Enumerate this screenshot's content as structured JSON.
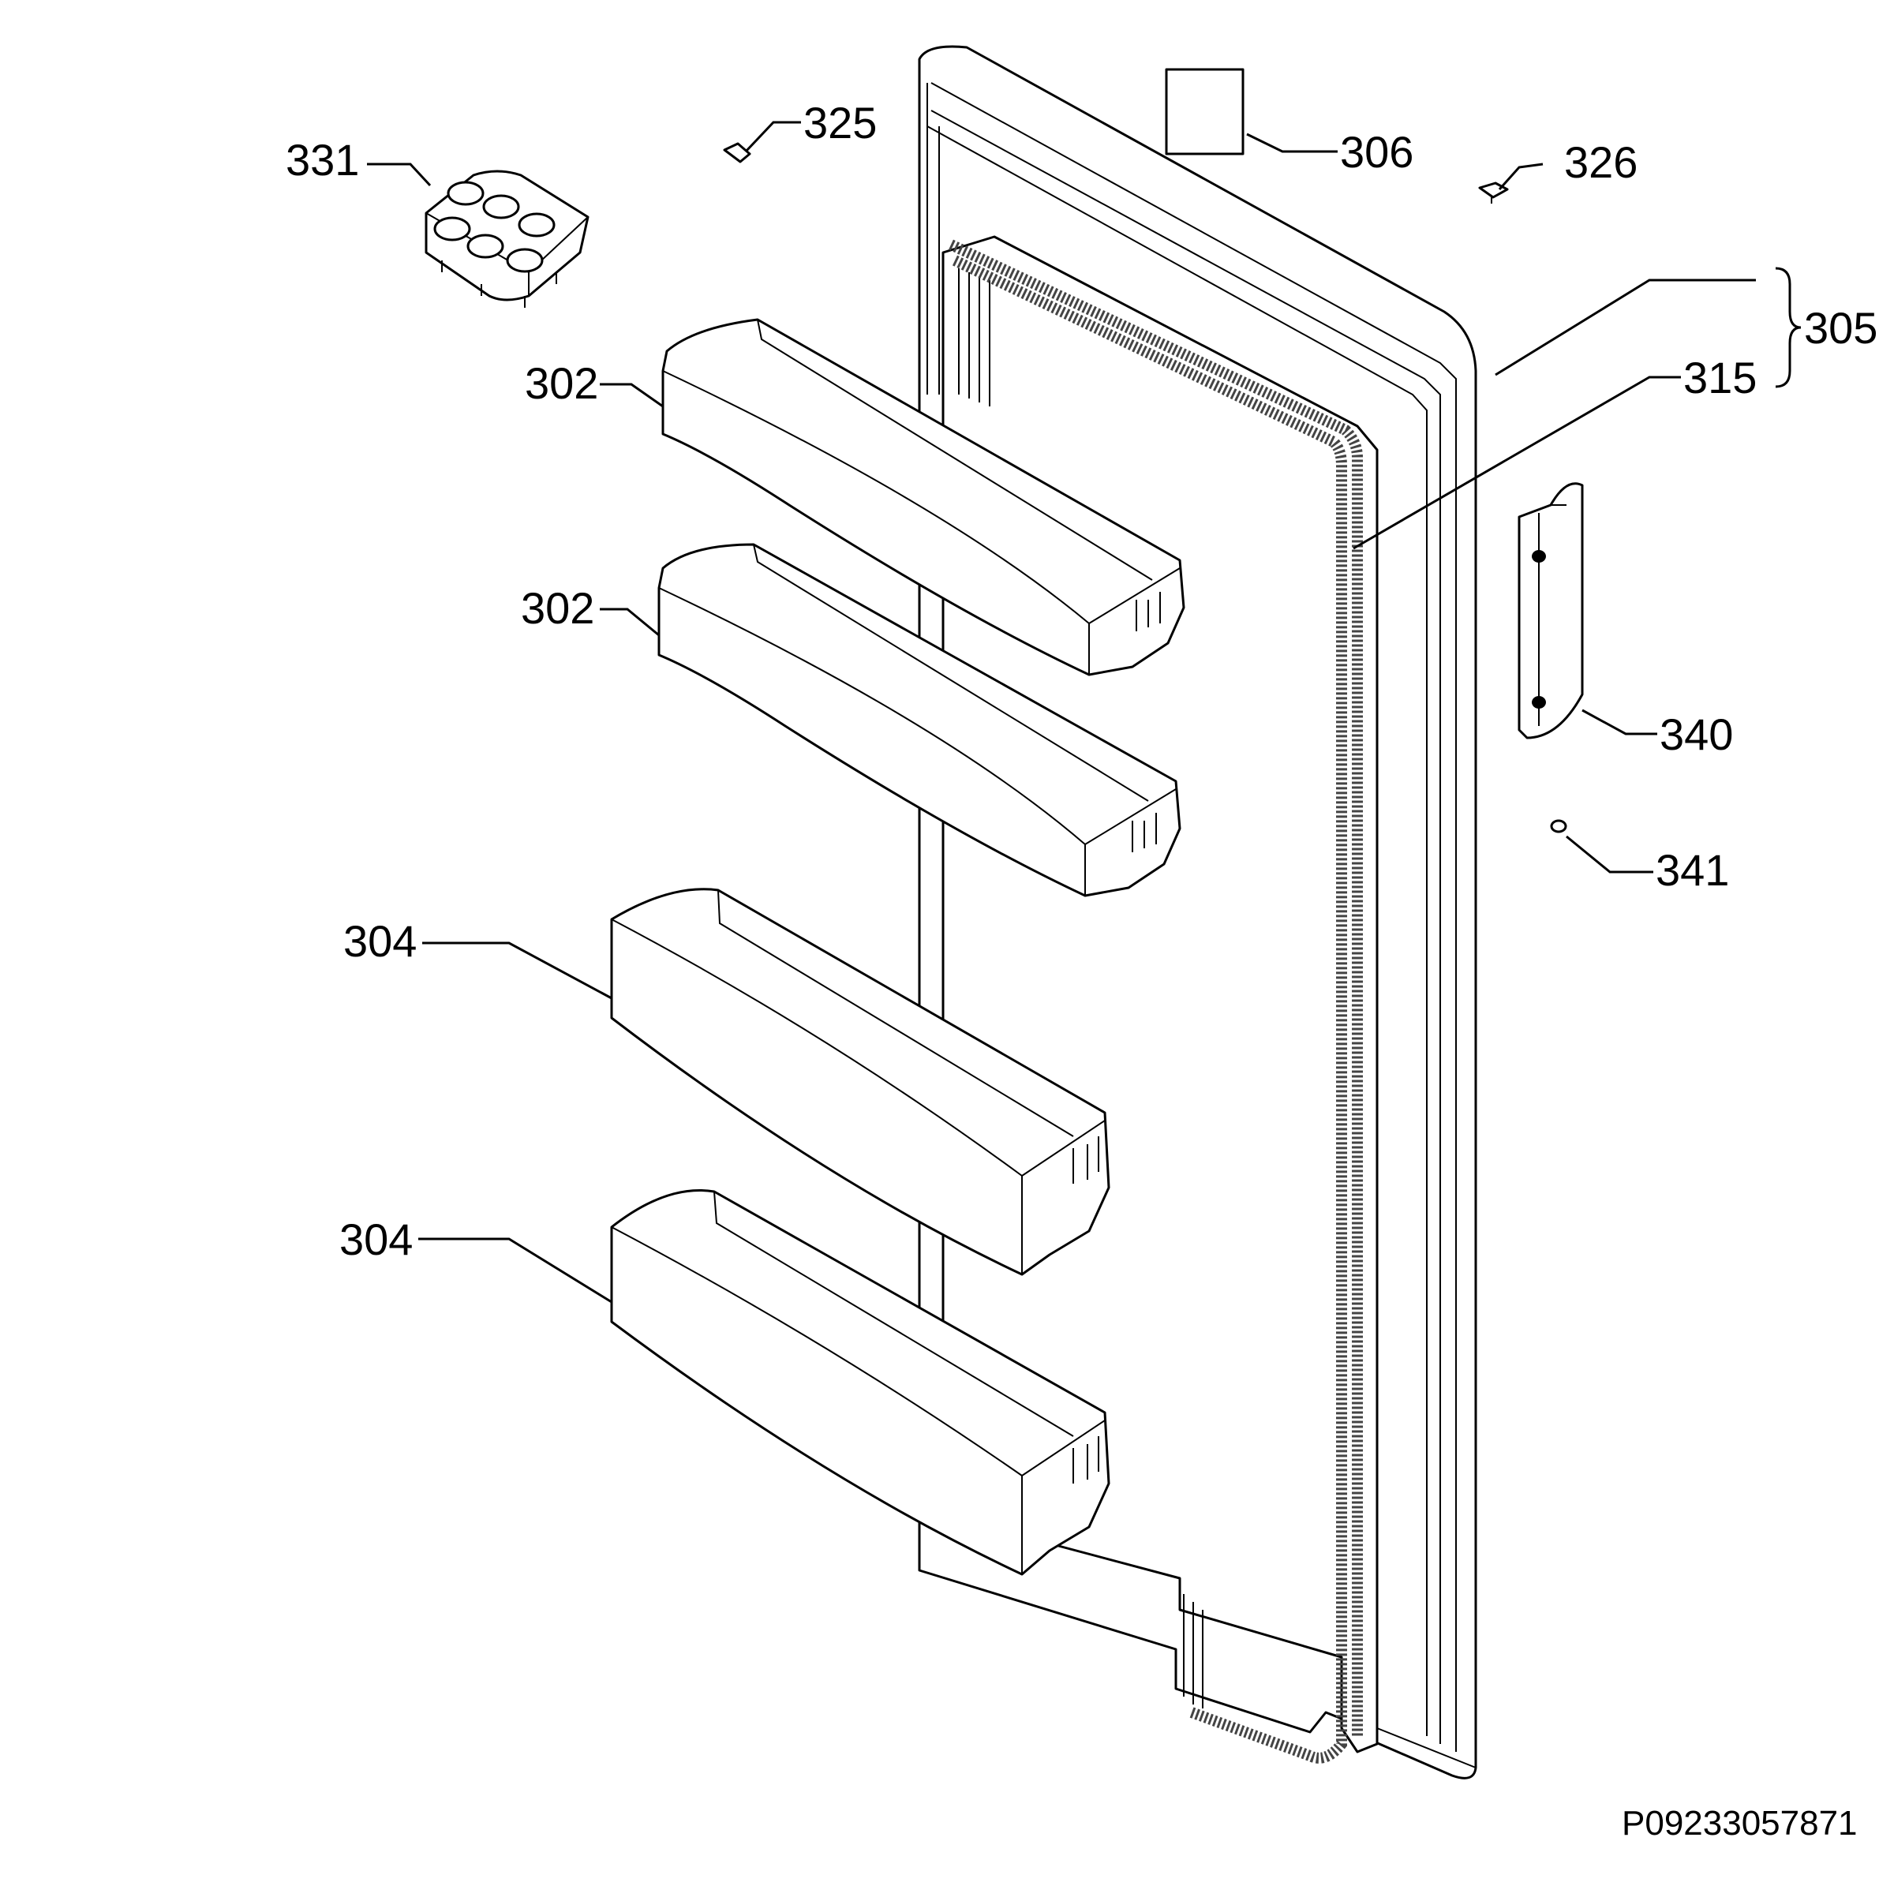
{
  "callouts": {
    "c331": "331",
    "c325": "325",
    "c306": "306",
    "c326": "326",
    "c305": "305",
    "c315": "315",
    "c302a": "302",
    "c302b": "302",
    "c340": "340",
    "c341": "341",
    "c304a": "304",
    "c304b": "304"
  },
  "document_id": "P09233057871"
}
